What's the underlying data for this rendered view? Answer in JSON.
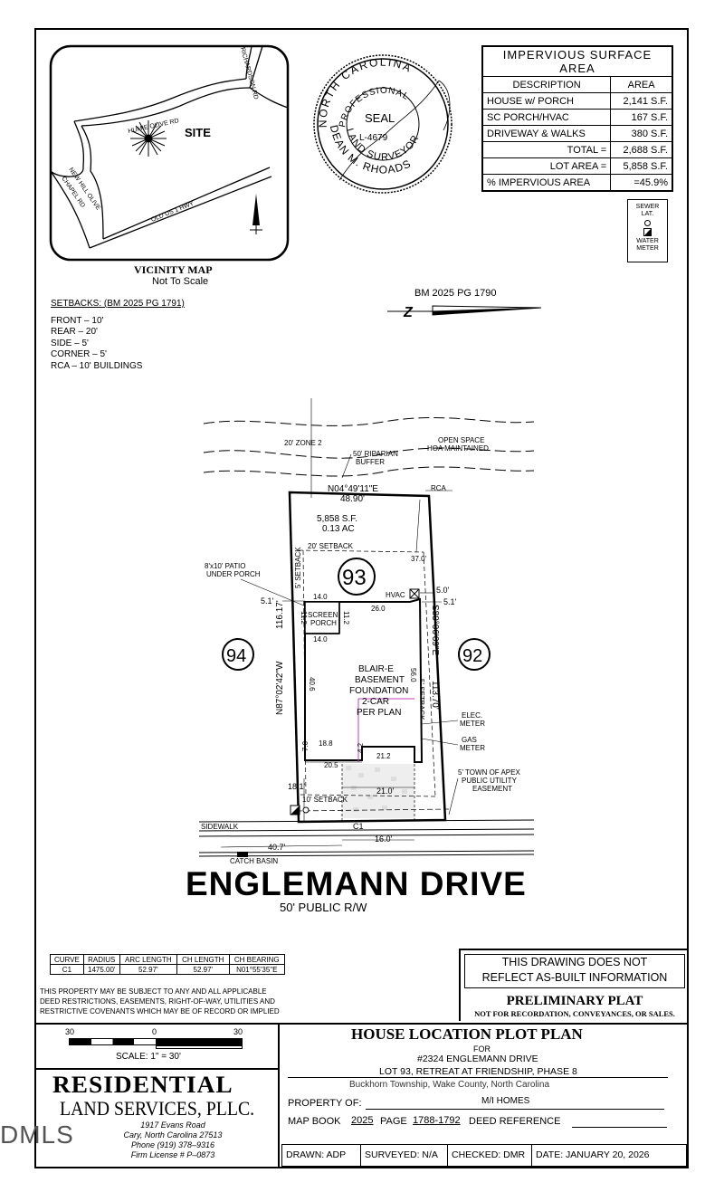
{
  "vicinity": {
    "title": "VICINITY MAP",
    "subtitle": "Not To Scale",
    "roads": [
      "HUMIE OLIVE RD",
      "RICHARDSON RD",
      "NEW HILL OLIVE",
      "CHAPEL RD",
      "OLD US 1 HWY"
    ],
    "site": "SITE"
  },
  "seal": {
    "top": "NORTH CAROLINA",
    "professional": "PROFESSIONAL",
    "seal": "SEAL",
    "number": "L-4679",
    "land": "LAND SURVEYOR",
    "name": "DEAN M. RHOADS"
  },
  "impervious": {
    "title": "IMPERVIOUS SURFACE AREA",
    "col_desc": "DESCRIPTION",
    "col_area": "AREA",
    "rows": [
      {
        "desc": "HOUSE w/ PORCH",
        "area": "2,141 S.F."
      },
      {
        "desc": "SC PORCH/HVAC",
        "area": "167 S.F."
      },
      {
        "desc": "DRIVEWAY & WALKS",
        "area": "380 S.F."
      }
    ],
    "total_label": "TOTAL =",
    "total": "2,688 S.F.",
    "lot_label": "LOT AREA =",
    "lot": "5,858 S.F.",
    "pct_label": "% IMPERVIOUS AREA",
    "pct": "=45.9%"
  },
  "legend": {
    "sewer": "SEWER",
    "lat": "LAT.",
    "water": "WATER",
    "meter": "METER"
  },
  "bm": "BM 2025 PG 1790",
  "north": "Z",
  "setbacks": {
    "title": "SETBACKS: (BM 2025 PG 1791)",
    "items": [
      "FRONT – 10'",
      "REAR – 20'",
      "SIDE – 5'",
      "CORNER – 5'",
      "RCA – 10' BUILDINGS"
    ]
  },
  "plan": {
    "zone2": "20' ZONE 2",
    "riparian1": "50' RIPARIAN",
    "riparian2": "BUFFER",
    "openspace1": "OPEN SPACE",
    "openspace2": "HOA MAINTAINED",
    "rca": "RCA",
    "bearing_top": "N04°49'11\"E",
    "dist_top": "48.90'",
    "area_sf": "5,858 S.F.",
    "area_ac": "0.13 AC",
    "rear_setback": "20' SETBACK",
    "d37": "37.0'",
    "lot": "93",
    "lot_left": "94",
    "lot_right": "92",
    "patio1": "8'x10' PATIO",
    "patio2": "UNDER PORCH",
    "side_setback_left": "5' SETBACK",
    "side_setback_right": "5' SETBACK",
    "d51_left": "5.1'",
    "d14a": "14.0",
    "hvac": "HVAC",
    "d50": "5.0'",
    "d51_right": "5.1'",
    "d260": "26.0",
    "porch1": "SCREEN",
    "porch2": "PORCH",
    "d112a": "11.2",
    "d112b": "11.2",
    "d14b": "14.0",
    "house": [
      "BLAIR-E",
      "BASEMENT",
      "FOUNDATION",
      "2-CAR",
      "PER PLAN"
    ],
    "d406": "40.6",
    "d560": "56.0",
    "bearing_left": "N87°02'42\"W",
    "dist_left": "116.17'",
    "bearing_right": "S89°06'09\"E",
    "dist_right": "113.70'",
    "elec1": "ELEC.",
    "elec2": "METER",
    "gas1": "GAS",
    "gas2": "METER",
    "d188": "18.8",
    "d70": "7.0",
    "d42": "4.2",
    "d212": "21.2",
    "d205": "20.5",
    "d181": "18.1'",
    "front_setback": "10' SETBACK",
    "d210": "21.0'",
    "easement": [
      "5' TOWN OF APEX",
      "PUBLIC UTILITY",
      "EASEMENT"
    ],
    "sidewalk": "SIDEWALK",
    "c1": "C1",
    "d407": "40.7'",
    "d160": "16.0'",
    "catch": "CATCH BASIN"
  },
  "street": {
    "name": "ENGLEMANN DRIVE",
    "rw": "50' PUBLIC R/W"
  },
  "curve_table": {
    "headers": [
      "CURVE",
      "RADIUS",
      "ARC LENGTH",
      "CH LENGTH",
      "CH BEARING"
    ],
    "rows": [
      [
        "C1",
        "1475.00'",
        "52.97'",
        "52.97'",
        "N01°55'35\"E"
      ]
    ]
  },
  "disclaimer": [
    "THIS PROPERTY MAY BE SUBJECT TO ANY AND ALL APPLICABLE",
    "DEED RESTRICTIONS, EASEMENTS, RIGHT-OF-WAY, UTILITIES AND",
    "RESTRICTIVE COVENANTS WHICH MAY BE OF RECORD OR IMPLIED"
  ],
  "asbuilt": [
    "THIS DRAWING DOES NOT",
    "REFLECT AS-BUILT INFORMATION"
  ],
  "prelim": {
    "title": "PRELIMINARY PLAT",
    "sub": "NOT FOR RECORDATION, CONVEYANCES, OR SALES."
  },
  "scale": {
    "left": "30",
    "mid": "0",
    "right": "30",
    "label": "SCALE: 1\" = 30'"
  },
  "company": {
    "name1": "RESIDENTIAL",
    "name2": "LAND SERVICES, PLLC.",
    "addr": [
      "1917 Evans Road",
      "Cary, North Carolina 27513",
      "Phone (919) 378–9316",
      "Firm License # P–0873"
    ]
  },
  "title_block": {
    "title": "HOUSE LOCATION PLOT PLAN",
    "for": "FOR",
    "address": "#2324 ENGLEMANN DRIVE",
    "lot": "LOT 93, RETREAT AT FRIENDSHIP, PHASE 8",
    "township": "Buckhorn Township, Wake County, North Carolina",
    "prop_label": "PROPERTY OF:",
    "prop": "M/I HOMES",
    "map_label": "MAP BOOK",
    "book": "2025",
    "page_label": "PAGE",
    "pages": "1788-1792",
    "deed_label": "DEED REFERENCE"
  },
  "footer": {
    "drawn": "DRAWN: ADP",
    "surveyed": "SURVEYED: N/A",
    "checked": "CHECKED: DMR",
    "date": "DATE: JANUARY 20, 2026"
  },
  "watermark": "DMLS"
}
